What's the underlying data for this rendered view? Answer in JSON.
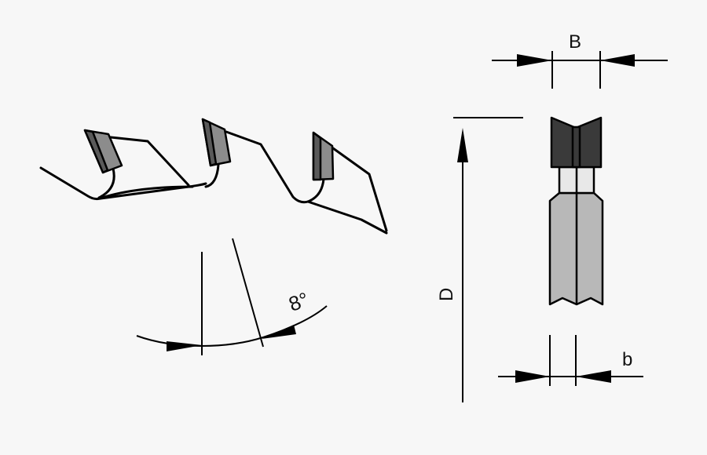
{
  "diagram": {
    "type": "saw-blade-tooth-geometry",
    "labels": {
      "angle": "8°",
      "width_B": "B",
      "diameter_D": "D",
      "kerf_b": "b"
    },
    "colors": {
      "background": "#f7f7f7",
      "line": "#000000",
      "tip_dark": "#3a3a3a",
      "tip_mid": "#8c8c8c",
      "tip_light": "#e8e8e8",
      "body": "#b8b8b8"
    }
  }
}
